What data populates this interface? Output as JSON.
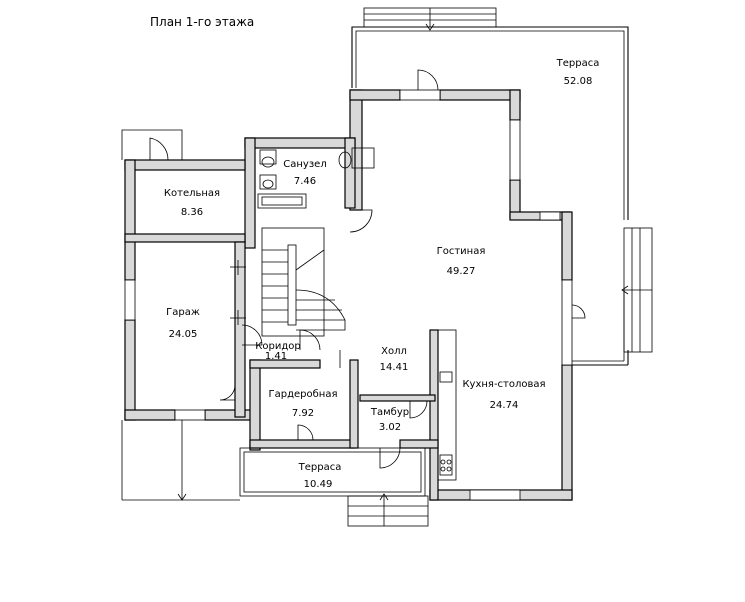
{
  "plan_title": "План 1-го этажа",
  "rooms": {
    "terrace_big": {
      "name": "Терраса",
      "area": "52.08"
    },
    "bathroom": {
      "name": "Санузел",
      "area": "7.46"
    },
    "boiler": {
      "name": "Котельная",
      "area": "8.36"
    },
    "living": {
      "name": "Гостиная",
      "area": "49.27"
    },
    "garage": {
      "name": "Гараж",
      "area": "24.05"
    },
    "corridor": {
      "name": "Коридор",
      "area": "1.41"
    },
    "hall": {
      "name": "Холл",
      "area": "14.41"
    },
    "kitchen": {
      "name": "Кухня-столовая",
      "area": "24.74"
    },
    "wardrobe": {
      "name": "Гардеробная",
      "area": "7.92"
    },
    "vestibule": {
      "name": "Тамбур",
      "area": "3.02"
    },
    "terrace_small": {
      "name": "Терраса",
      "area": "10.49"
    }
  }
}
